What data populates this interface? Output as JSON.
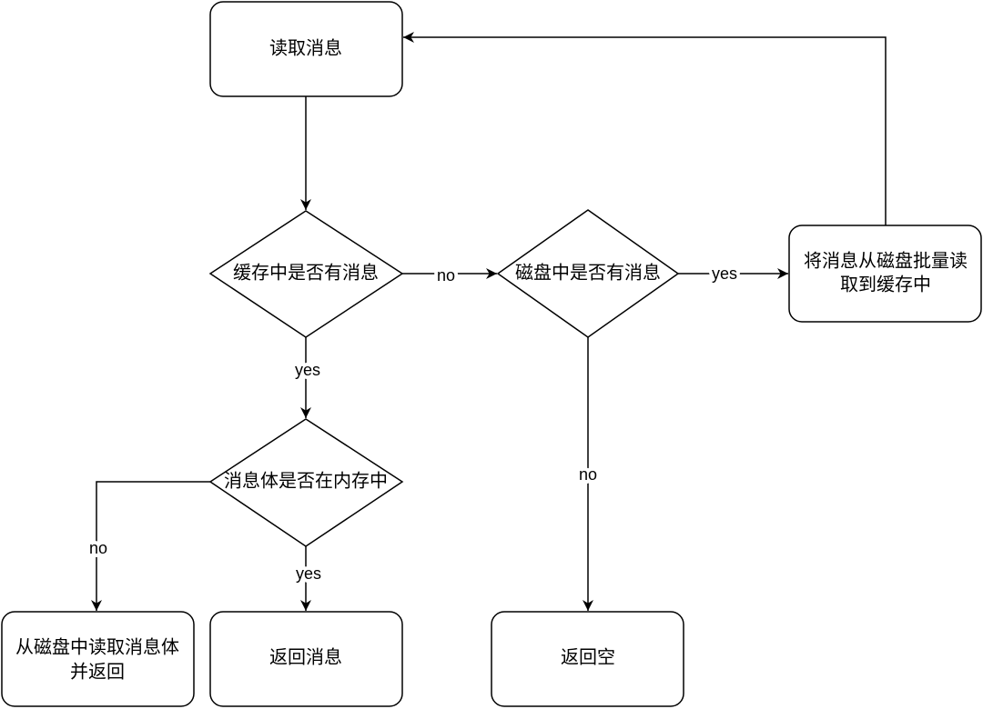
{
  "nodes": {
    "read_message": {
      "label": "读取消息"
    },
    "cache_check": {
      "label": "缓存中是否有消息"
    },
    "disk_check": {
      "label": "磁盘中是否有消息"
    },
    "batch_load": {
      "lines": [
        "将消息从磁盘批量读",
        "取到缓存中"
      ]
    },
    "body_in_memory": {
      "label": "消息体是否在内存中"
    },
    "read_body_from_disk": {
      "lines": [
        "从磁盘中读取消息体",
        "并返回"
      ]
    },
    "return_message": {
      "label": "返回消息"
    },
    "return_empty": {
      "label": "返回空"
    }
  },
  "edges": {
    "cache_to_disk": "no",
    "disk_to_batch": "yes",
    "cache_to_body": "yes",
    "body_to_disk_read": "no",
    "body_to_return": "yes",
    "disk_to_empty": "no"
  },
  "colors": {
    "stroke": "#000000",
    "fill": "#ffffff",
    "text": "#000000"
  }
}
